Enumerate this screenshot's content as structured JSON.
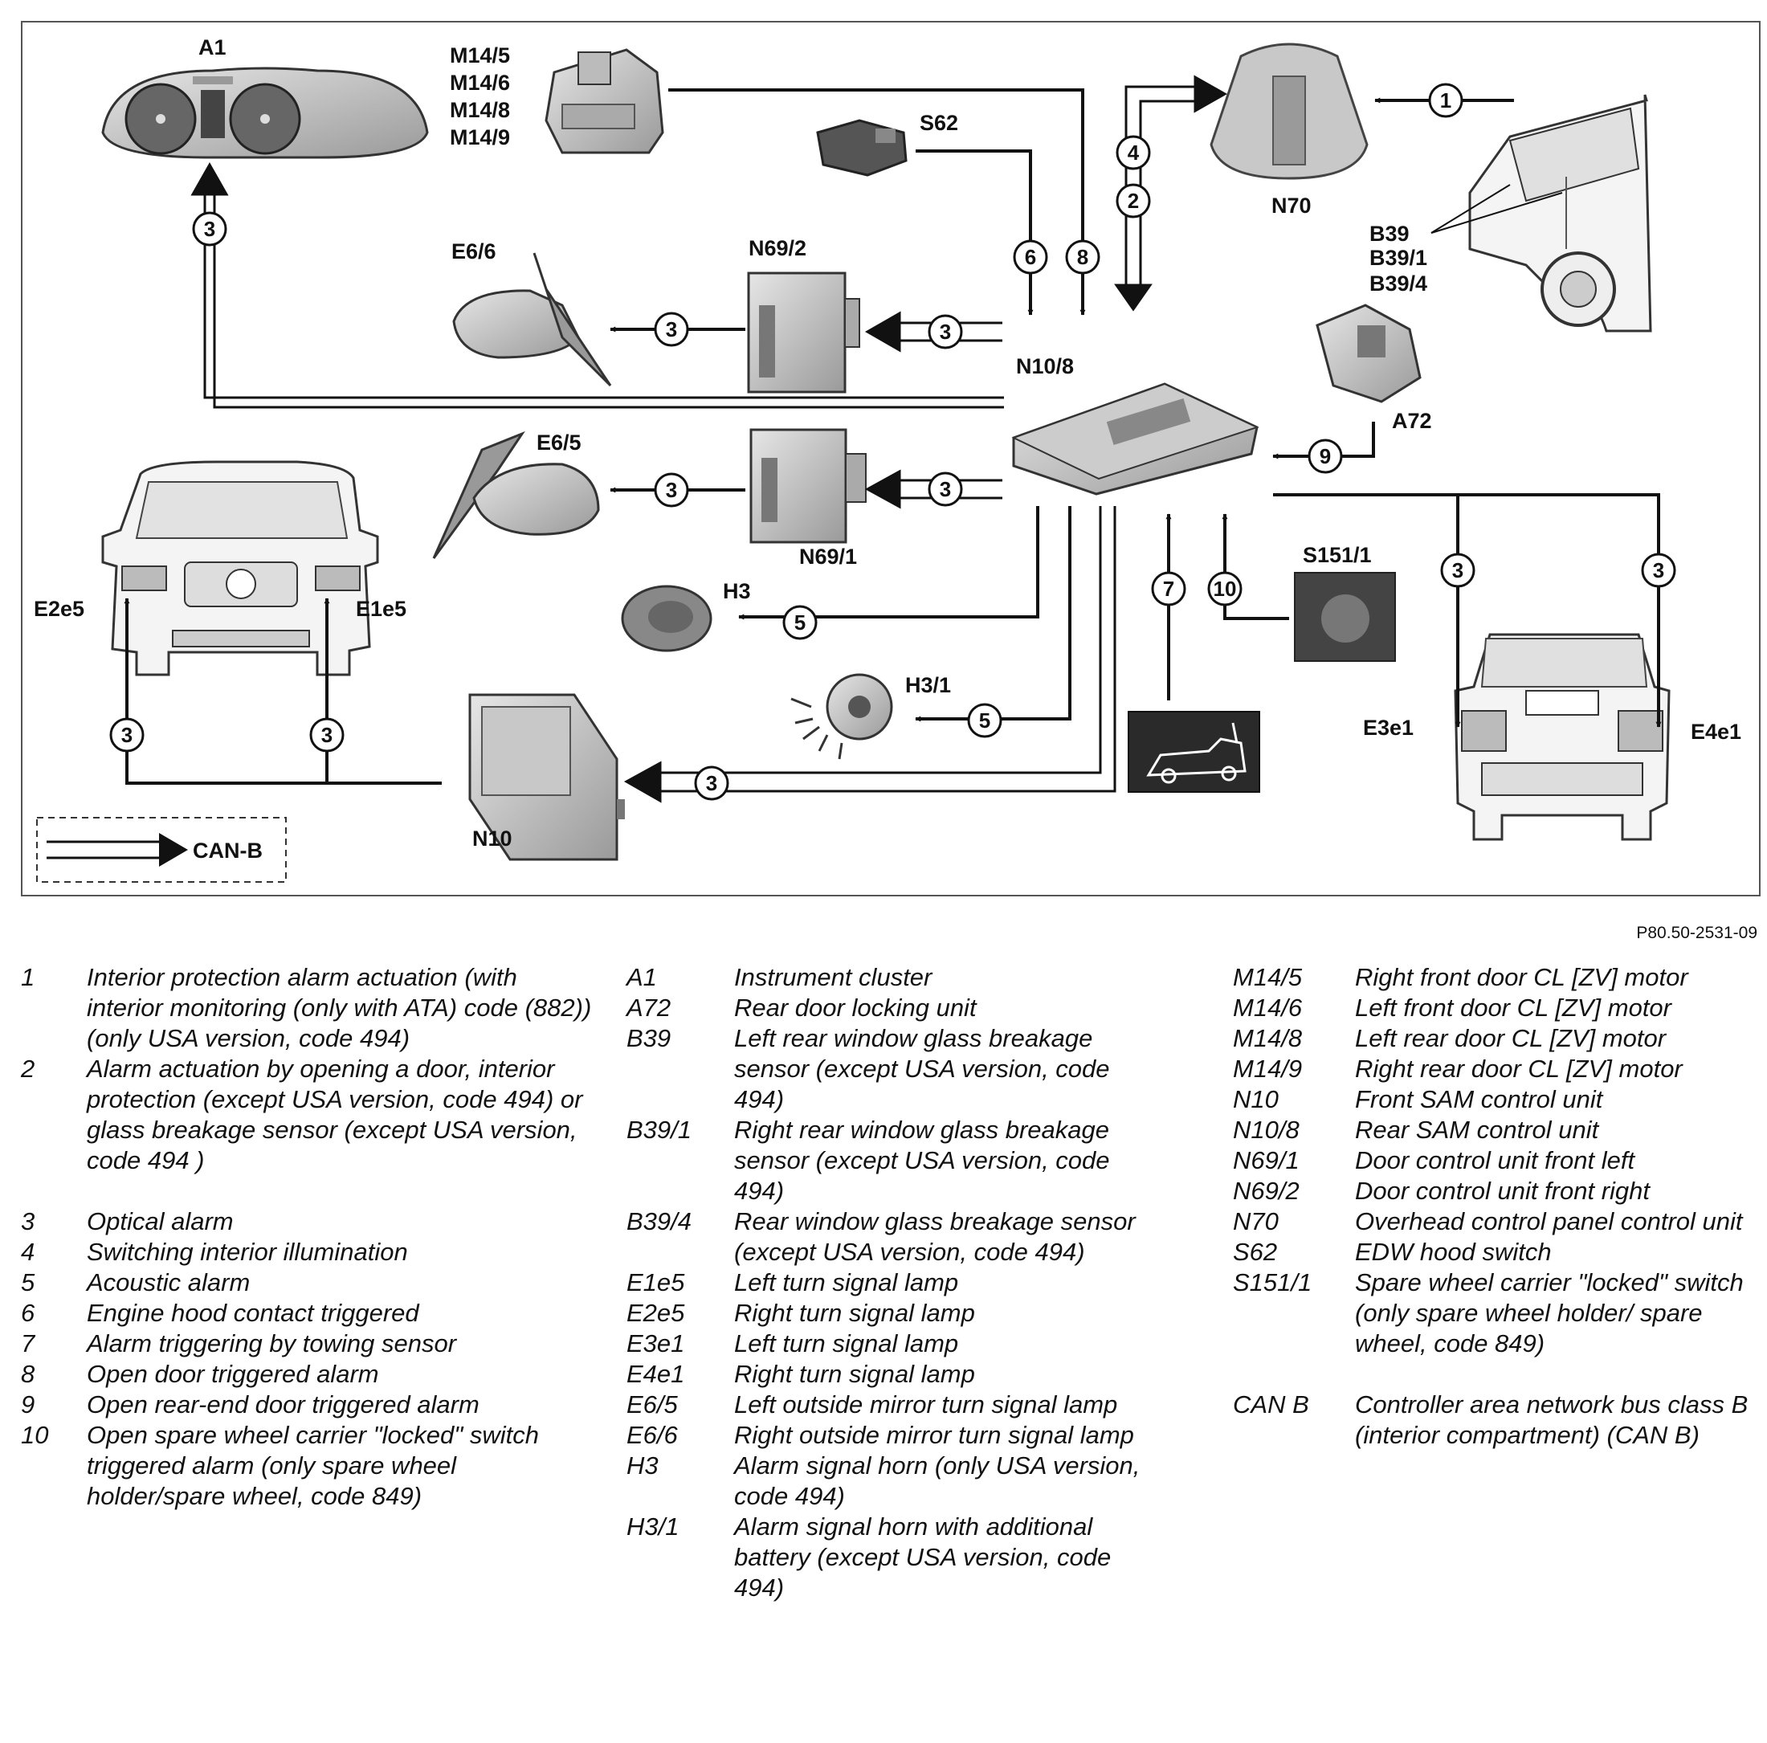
{
  "figure_ref": "P80.50-2531-09",
  "components": {
    "A1": "A1",
    "M14": [
      "M14/5",
      "M14/6",
      "M14/8",
      "M14/9"
    ],
    "S62": "S62",
    "N70": "N70",
    "B39": [
      "B39",
      "B39/1",
      "B39/4"
    ],
    "E66": "E6/6",
    "N692": "N69/2",
    "N108": "N10/8",
    "A72": "A72",
    "E65": "E6/5",
    "N691": "N69/1",
    "E2e5": "E2e5",
    "E1e5": "E1e5",
    "H3": "H3",
    "S1511": "S151/1",
    "H31": "H3/1",
    "N10": "N10",
    "E3e1": "E3e1",
    "E4e1": "E4e1"
  },
  "numbers": {
    "n1": "1",
    "n2": "2",
    "n3": "3",
    "n4": "4",
    "n5": "5",
    "n6": "6",
    "n7": "7",
    "n8": "8",
    "n9": "9",
    "n10": "10"
  },
  "can_b_label": "CAN-B",
  "legend_numbers": [
    {
      "code": "1",
      "desc": "Interior protection alarm actuation (with interior monitoring (only with ATA) code (882)) (only USA version, code 494)"
    },
    {
      "code": "2",
      "desc": "Alarm actuation by opening a door, interior protection (except USA version, code 494) or glass breakage sensor (except USA version, code 494 )"
    },
    {
      "code": "3",
      "desc": "Optical alarm"
    },
    {
      "code": "4",
      "desc": "Switching interior illumination"
    },
    {
      "code": "5",
      "desc": "Acoustic alarm"
    },
    {
      "code": "6",
      "desc": "Engine hood contact triggered"
    },
    {
      "code": "7",
      "desc": "Alarm triggering by towing sensor"
    },
    {
      "code": "8",
      "desc": "Open door triggered alarm"
    },
    {
      "code": "9",
      "desc": "Open rear-end door triggered alarm"
    },
    {
      "code": "10",
      "desc": "Open spare wheel carrier \"locked\" switch triggered alarm (only spare wheel holder/spare wheel, code 849)"
    }
  ],
  "legend_components_a": [
    {
      "code": "A1",
      "desc": "Instrument cluster"
    },
    {
      "code": "A72",
      "desc": "Rear door locking unit"
    },
    {
      "code": "B39",
      "desc": "Left rear window glass breakage sensor (except USA version, code 494)"
    },
    {
      "code": "B39/1",
      "desc": "Right rear window glass breakage sensor (except USA version, code 494)"
    },
    {
      "code": "B39/4",
      "desc": "Rear window glass breakage sensor (except USA version, code 494)"
    },
    {
      "code": "E1e5",
      "desc": "Left turn signal lamp"
    },
    {
      "code": "E2e5",
      "desc": "Right turn signal lamp"
    },
    {
      "code": "E3e1",
      "desc": "Left turn signal lamp"
    },
    {
      "code": "E4e1",
      "desc": "Right turn signal lamp"
    },
    {
      "code": "E6/5",
      "desc": "Left outside mirror turn signal lamp"
    },
    {
      "code": "E6/6",
      "desc": "Right outside mirror turn signal lamp"
    },
    {
      "code": "H3",
      "desc": "Alarm signal horn (only USA version, code 494)"
    },
    {
      "code": "H3/1",
      "desc": "Alarm signal horn with additional battery (except USA version, code 494)"
    }
  ],
  "legend_components_b": [
    {
      "code": "M14/5",
      "desc": "Right front door CL [ZV] motor"
    },
    {
      "code": "M14/6",
      "desc": "Left front door CL [ZV] motor"
    },
    {
      "code": "M14/8",
      "desc": "Left rear door CL [ZV] motor"
    },
    {
      "code": "M14/9",
      "desc": "Right rear door CL [ZV] motor"
    },
    {
      "code": "N10",
      "desc": "Front SAM control unit"
    },
    {
      "code": "N10/8",
      "desc": "Rear SAM control unit"
    },
    {
      "code": "N69/1",
      "desc": "Door control unit front left"
    },
    {
      "code": "N69/2",
      "desc": "Door control unit front right"
    },
    {
      "code": "N70",
      "desc": "Overhead control panel control unit"
    },
    {
      "code": "S62",
      "desc": "EDW hood switch"
    },
    {
      "code": "S151/1",
      "desc": "Spare wheel carrier \"locked\" switch (only spare wheel holder/ spare wheel, code 849)"
    }
  ],
  "legend_can": {
    "code": "CAN B",
    "desc": "Controller area network bus class B (interior compartment) (CAN B)"
  }
}
